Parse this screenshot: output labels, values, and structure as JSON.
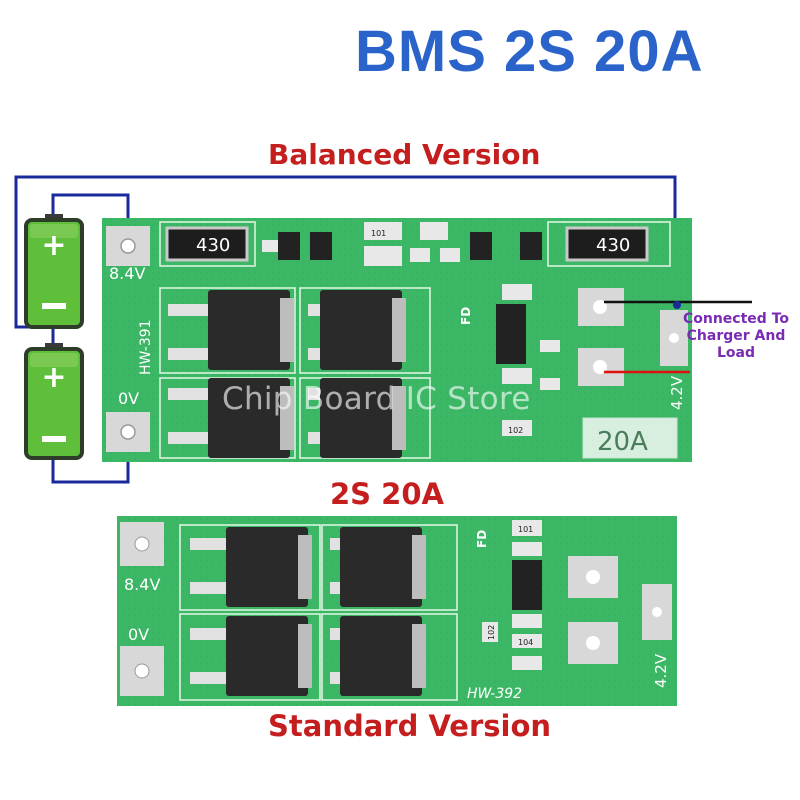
{
  "title": "BMS 2S 20A",
  "labels": {
    "balanced": "Balanced Version",
    "model": "2S 20A",
    "standard": "Standard Version",
    "connected": "Connected To Charger And Load",
    "watermark": "Chip Board IC Store"
  },
  "balanced_board": {
    "model": "HW-391",
    "pad_top": "8.4V",
    "pad_bottom": "0V",
    "pad_right": "4.2V",
    "current": "20A",
    "resistor_code": "430",
    "smd_code": "101",
    "smd_code_2": "102",
    "fd_mark": "FD"
  },
  "standard_board": {
    "model": "HW-392",
    "pad_top": "8.4V",
    "pad_bottom": "0V",
    "pad_right": "4.2V",
    "smd_code": "101",
    "smd_code_2": "102",
    "smd_code_3": "104",
    "fd_mark": "FD"
  },
  "colors": {
    "title": "#2a63c9",
    "labels": "#c41e1e",
    "annotation": "#7a2bb4",
    "pcb": "#3cb766",
    "wire": "#1a2a9c",
    "battery": "#5fbf3a"
  }
}
